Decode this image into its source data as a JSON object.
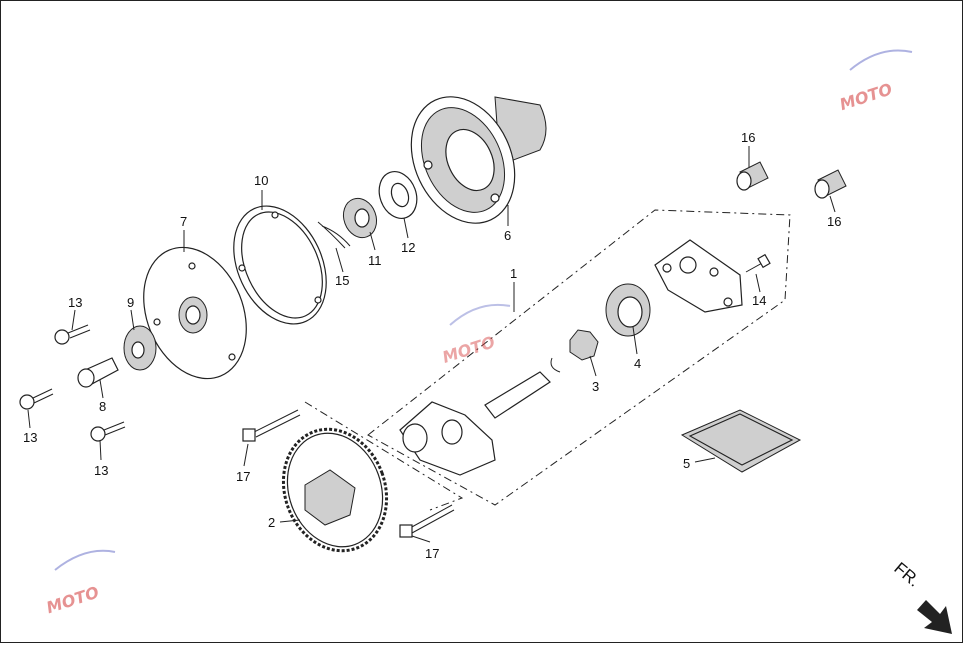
{
  "diagram": {
    "callouts": {
      "c1": "1",
      "c2": "2",
      "c3": "3",
      "c4": "4",
      "c5": "5",
      "c6": "6",
      "c7": "7",
      "c8": "8",
      "c9": "9",
      "c10": "10",
      "c11": "11",
      "c12": "12",
      "c13a": "13",
      "c13b": "13",
      "c13c": "13",
      "c14": "14",
      "c15": "15",
      "c16a": "16",
      "c16b": "16",
      "c17a": "17",
      "c17b": "17"
    },
    "direction_label": "FR.",
    "watermark": "MOTO",
    "colors": {
      "line": "#222222",
      "watermark_red": "#d33a3a",
      "watermark_blue": "#6d74c9"
    }
  }
}
